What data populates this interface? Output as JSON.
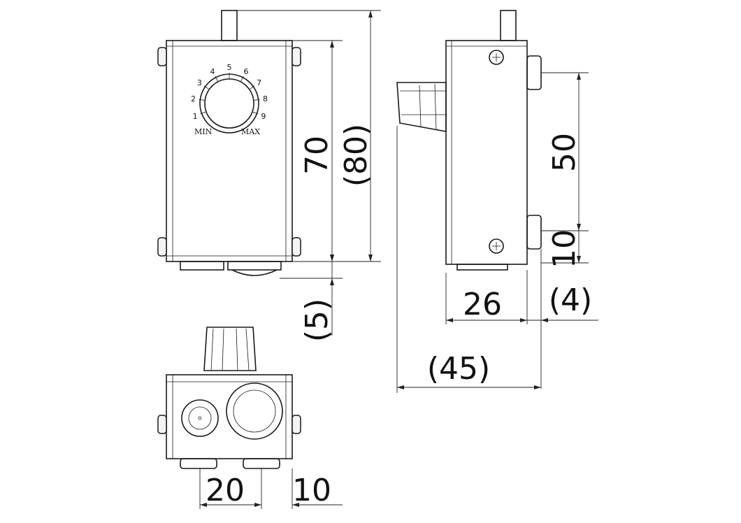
{
  "dimensions": {
    "front_height_70": "70",
    "front_overall_80": "(80)",
    "knob_offset_5": "(5)",
    "side_mount_50": "50",
    "side_mount_10": "10",
    "side_depth_26": "26",
    "side_lug_4": "(4)",
    "side_overall_45": "(45)",
    "bottom_pitch_20": "20",
    "bottom_offset_10": "10"
  },
  "dial": {
    "numbers": [
      "1",
      "2",
      "3",
      "4",
      "5",
      "6",
      "7",
      "8",
      "9"
    ],
    "min_label": "MIN",
    "max_label": "MAX"
  }
}
